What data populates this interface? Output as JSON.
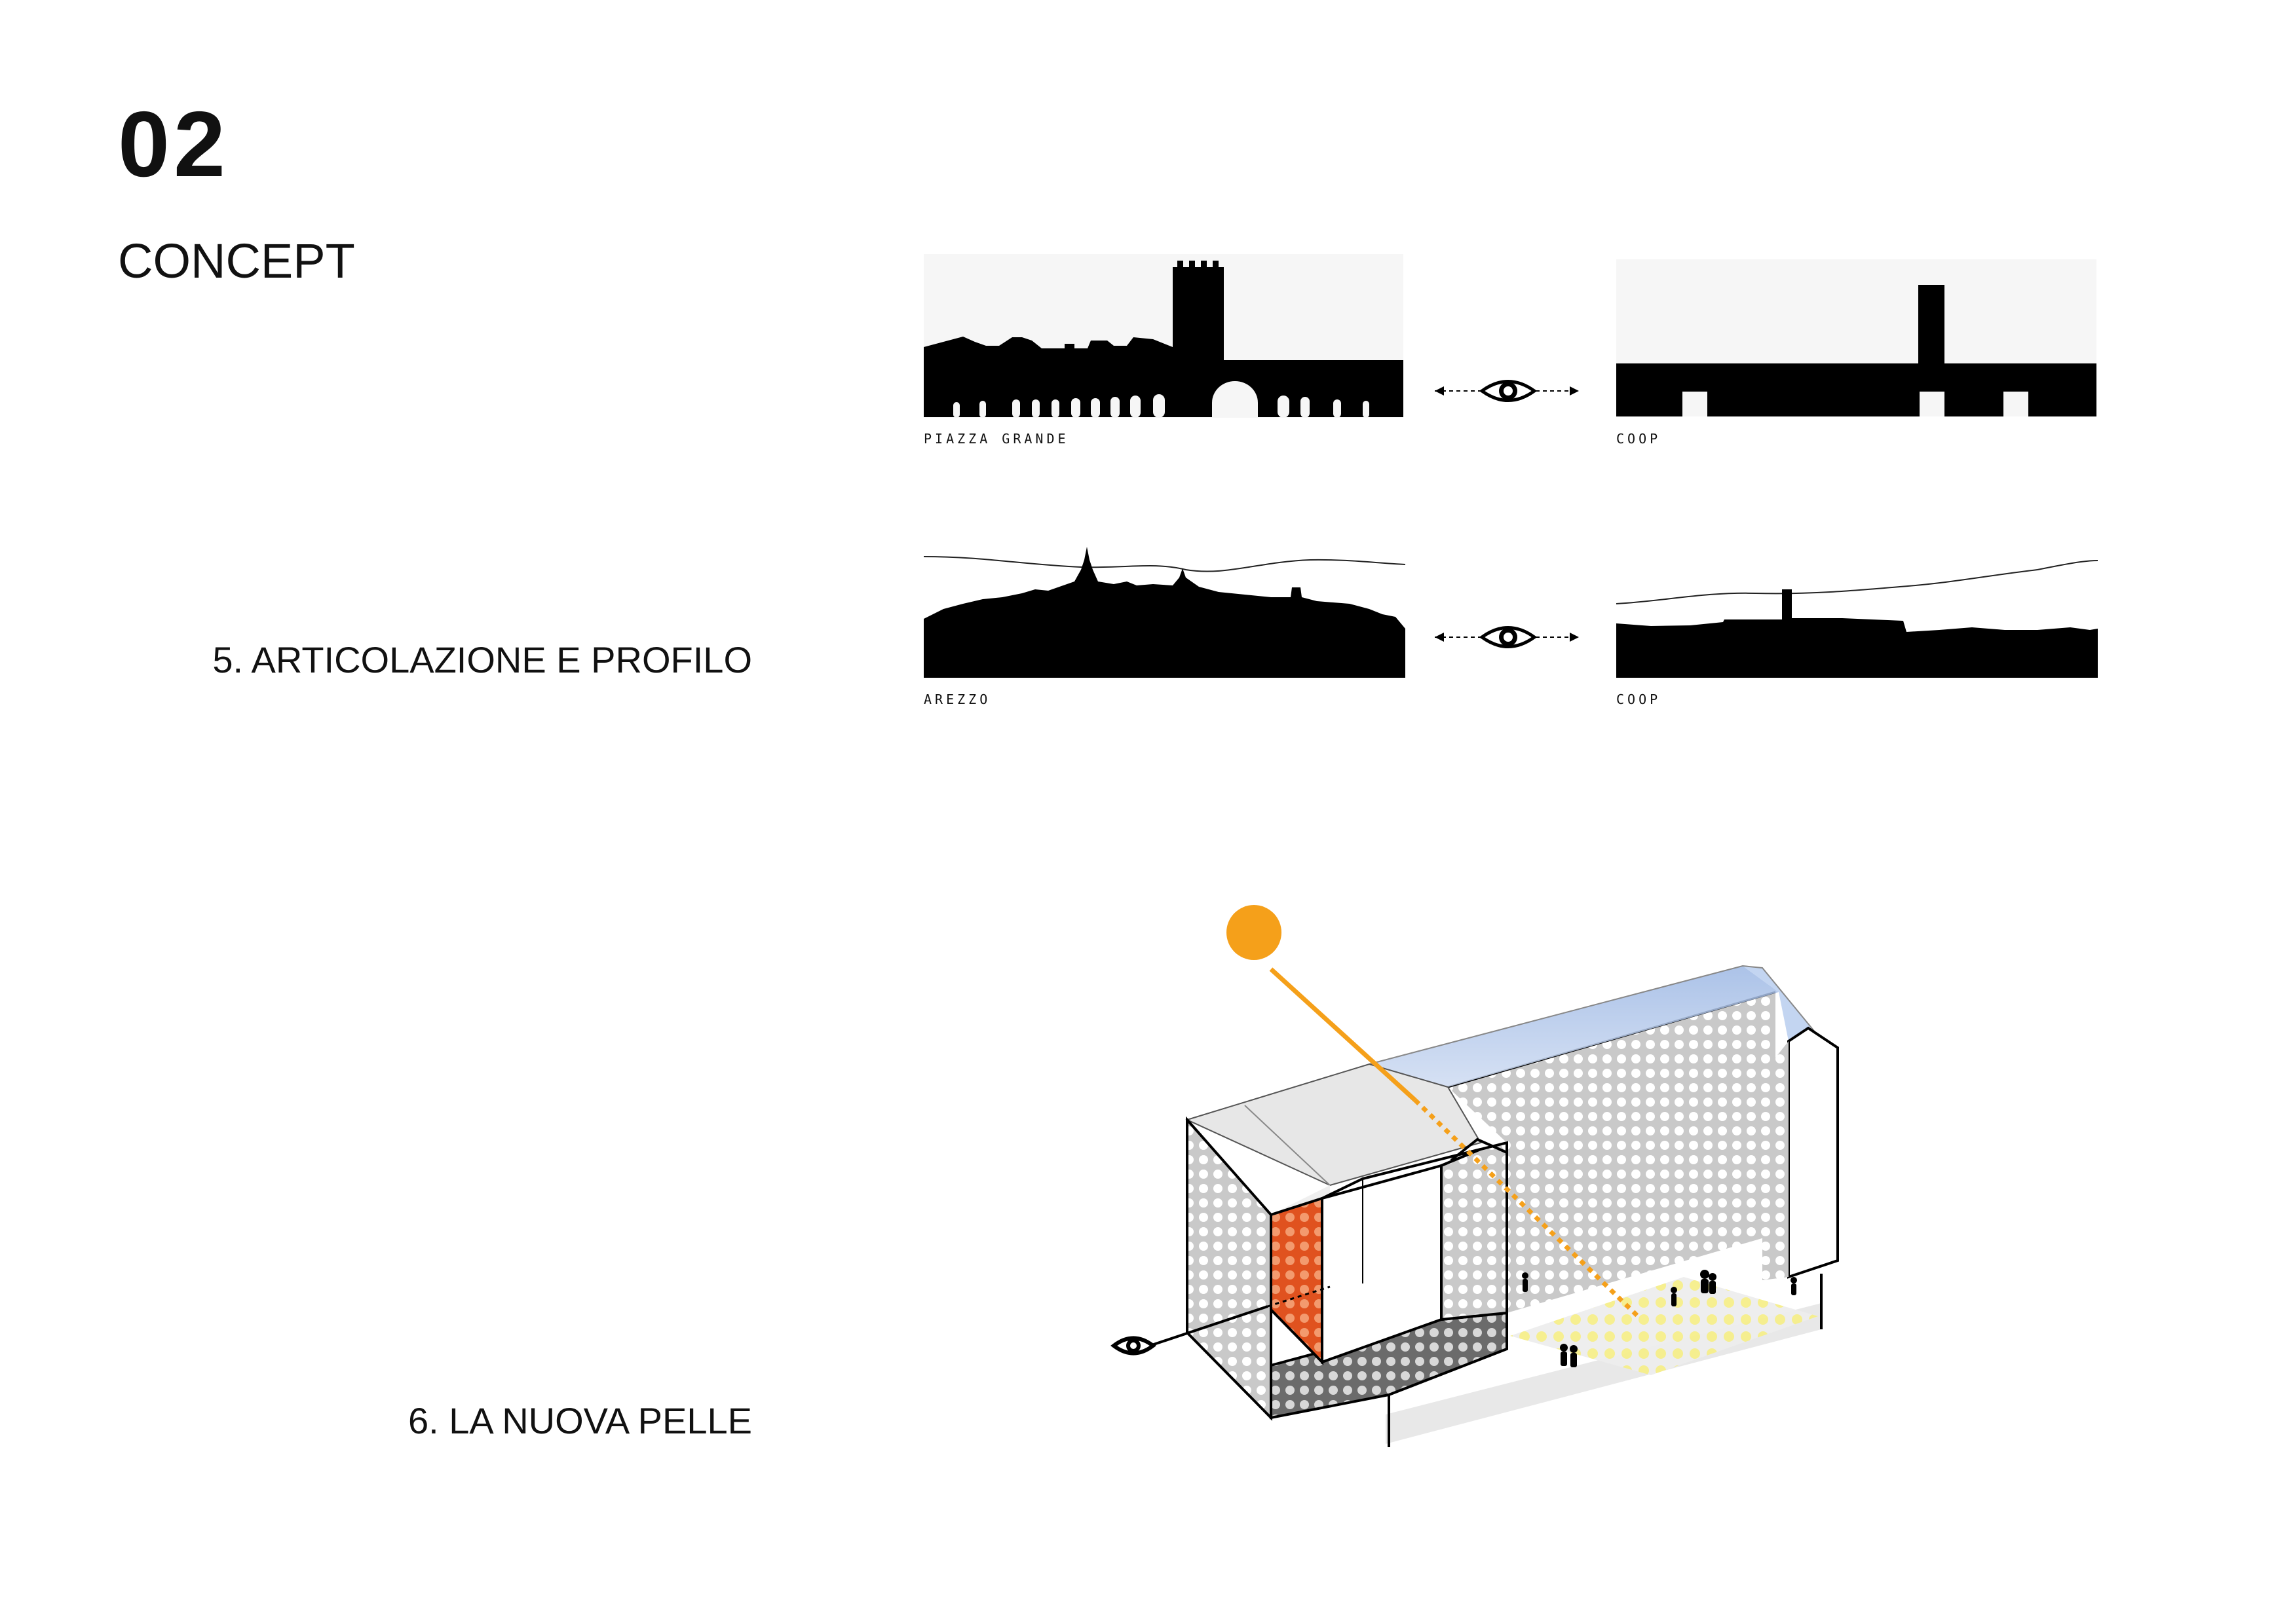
{
  "header": {
    "sheet_number": "02",
    "sheet_title": "CONCEPT"
  },
  "sections": [
    {
      "title": "5. ARTICOLAZIONE E PROFILO",
      "comparisons": [
        {
          "left_caption": "PIAZZA GRANDE",
          "right_caption": "COOP",
          "connector_icon": "eye-icon"
        },
        {
          "left_caption": "AREZZO",
          "right_caption": "COOP",
          "connector_icon": "eye-icon"
        }
      ]
    },
    {
      "title": "6. LA NUOVA PELLE",
      "diagram_icons": [
        "sun-icon",
        "eye-icon",
        "person-icon"
      ]
    }
  ],
  "colors": {
    "silhouette": "#000000",
    "sun": "#F5A01A",
    "sun_ray": "#F5A01A",
    "roof_glass": "#A9C1E6",
    "perforated_skin": "#CFCFCF",
    "orange_panel": "#E86A32",
    "light_pattern": "#F6EE8A"
  }
}
